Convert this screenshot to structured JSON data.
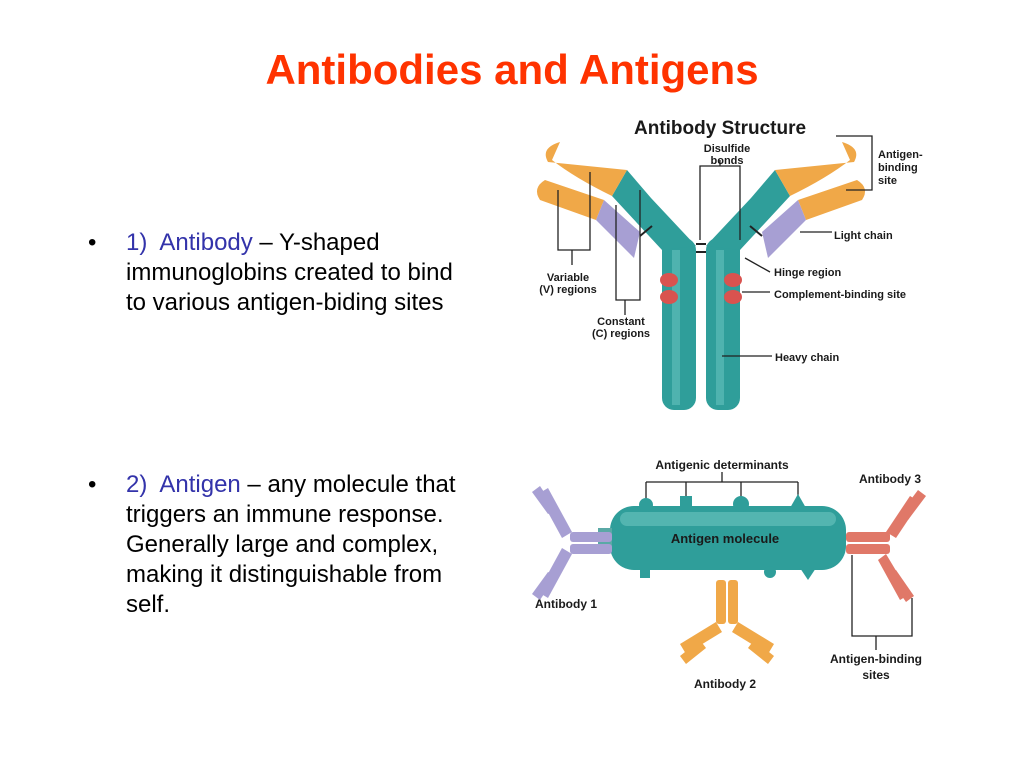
{
  "slide": {
    "title": "Antibodies and Antigens",
    "colors": {
      "title": "#ff3300",
      "term": "#3333aa",
      "teal": "#2f9e9a",
      "orange": "#f0a848",
      "lavender": "#a79fd3",
      "salmon": "#e07868",
      "complement": "#d9534f"
    }
  },
  "bullets": [
    {
      "marker": "•",
      "number": "1)",
      "term": "Antibody",
      "text": " – Y-shaped immunoglobins created to bind to various antigen-biding sites"
    },
    {
      "marker": "•",
      "number": "2)",
      "term": "Antigen",
      "text": " – any molecule that triggers an immune response.  Generally large and complex, making it distinguishable from self."
    }
  ],
  "antibody_structure": {
    "title": "Antibody Structure",
    "labels": {
      "disulfide_1": "Disulfide",
      "disulfide_2": "bonds",
      "binding_site_1": "Antigen-",
      "binding_site_2": "binding",
      "binding_site_3": "site",
      "light_chain": "Light chain",
      "hinge_region": "Hinge region",
      "complement_site": "Complement-binding site",
      "heavy_chain": "Heavy chain",
      "variable_1": "Variable",
      "variable_2": "(V) regions",
      "constant_1": "Constant",
      "constant_2": "(C) regions"
    }
  },
  "antigen_diagram": {
    "determinants": "Antigenic determinants",
    "molecule": "Antigen molecule",
    "antibody_1": "Antibody 1",
    "antibody_2": "Antibody 2",
    "antibody_3": "Antibody 3",
    "binding_sites_1": "Antigen-binding",
    "binding_sites_2": "sites"
  }
}
